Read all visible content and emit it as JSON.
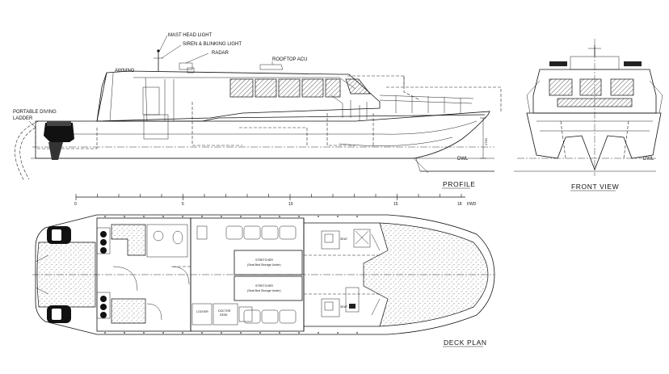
{
  "profile": {
    "labels": {
      "mast_head_light": "MAST HEAD LIGHT",
      "siren_blinking_light": "SIREN & BLINKING LIGHT",
      "radar": "RADAR",
      "rooftop_acu": "ROOFTOP ACU",
      "awning": "AWNING",
      "portable_diving_ladder_1": "PORTABLE DIVING",
      "portable_diving_ladder_2": "LADDER",
      "dwl": "DWL",
      "dim": "1750"
    },
    "title": "PROFILE"
  },
  "front_view": {
    "title": "FRONT VIEW",
    "dwl": "DWL"
  },
  "scale": {
    "ticks": [
      "0",
      "5",
      "10",
      "15",
      "18",
      "FWD"
    ]
  },
  "deck_plan": {
    "title": "DECK PLAN",
    "labels": {
      "seat_top": "SEAT",
      "seat_bottom": "SEAT",
      "stretcher_1": "STRETCHER",
      "stretcher_1_note": "(Seat Bed Storage Under)",
      "stretcher_2": "STRETCHER",
      "stretcher_2_note": "(Seat Bed Storage Under)",
      "locker": "LOCKER",
      "doctor_desk_1": "DOCTOR",
      "doctor_desk_2": "DESK"
    }
  }
}
